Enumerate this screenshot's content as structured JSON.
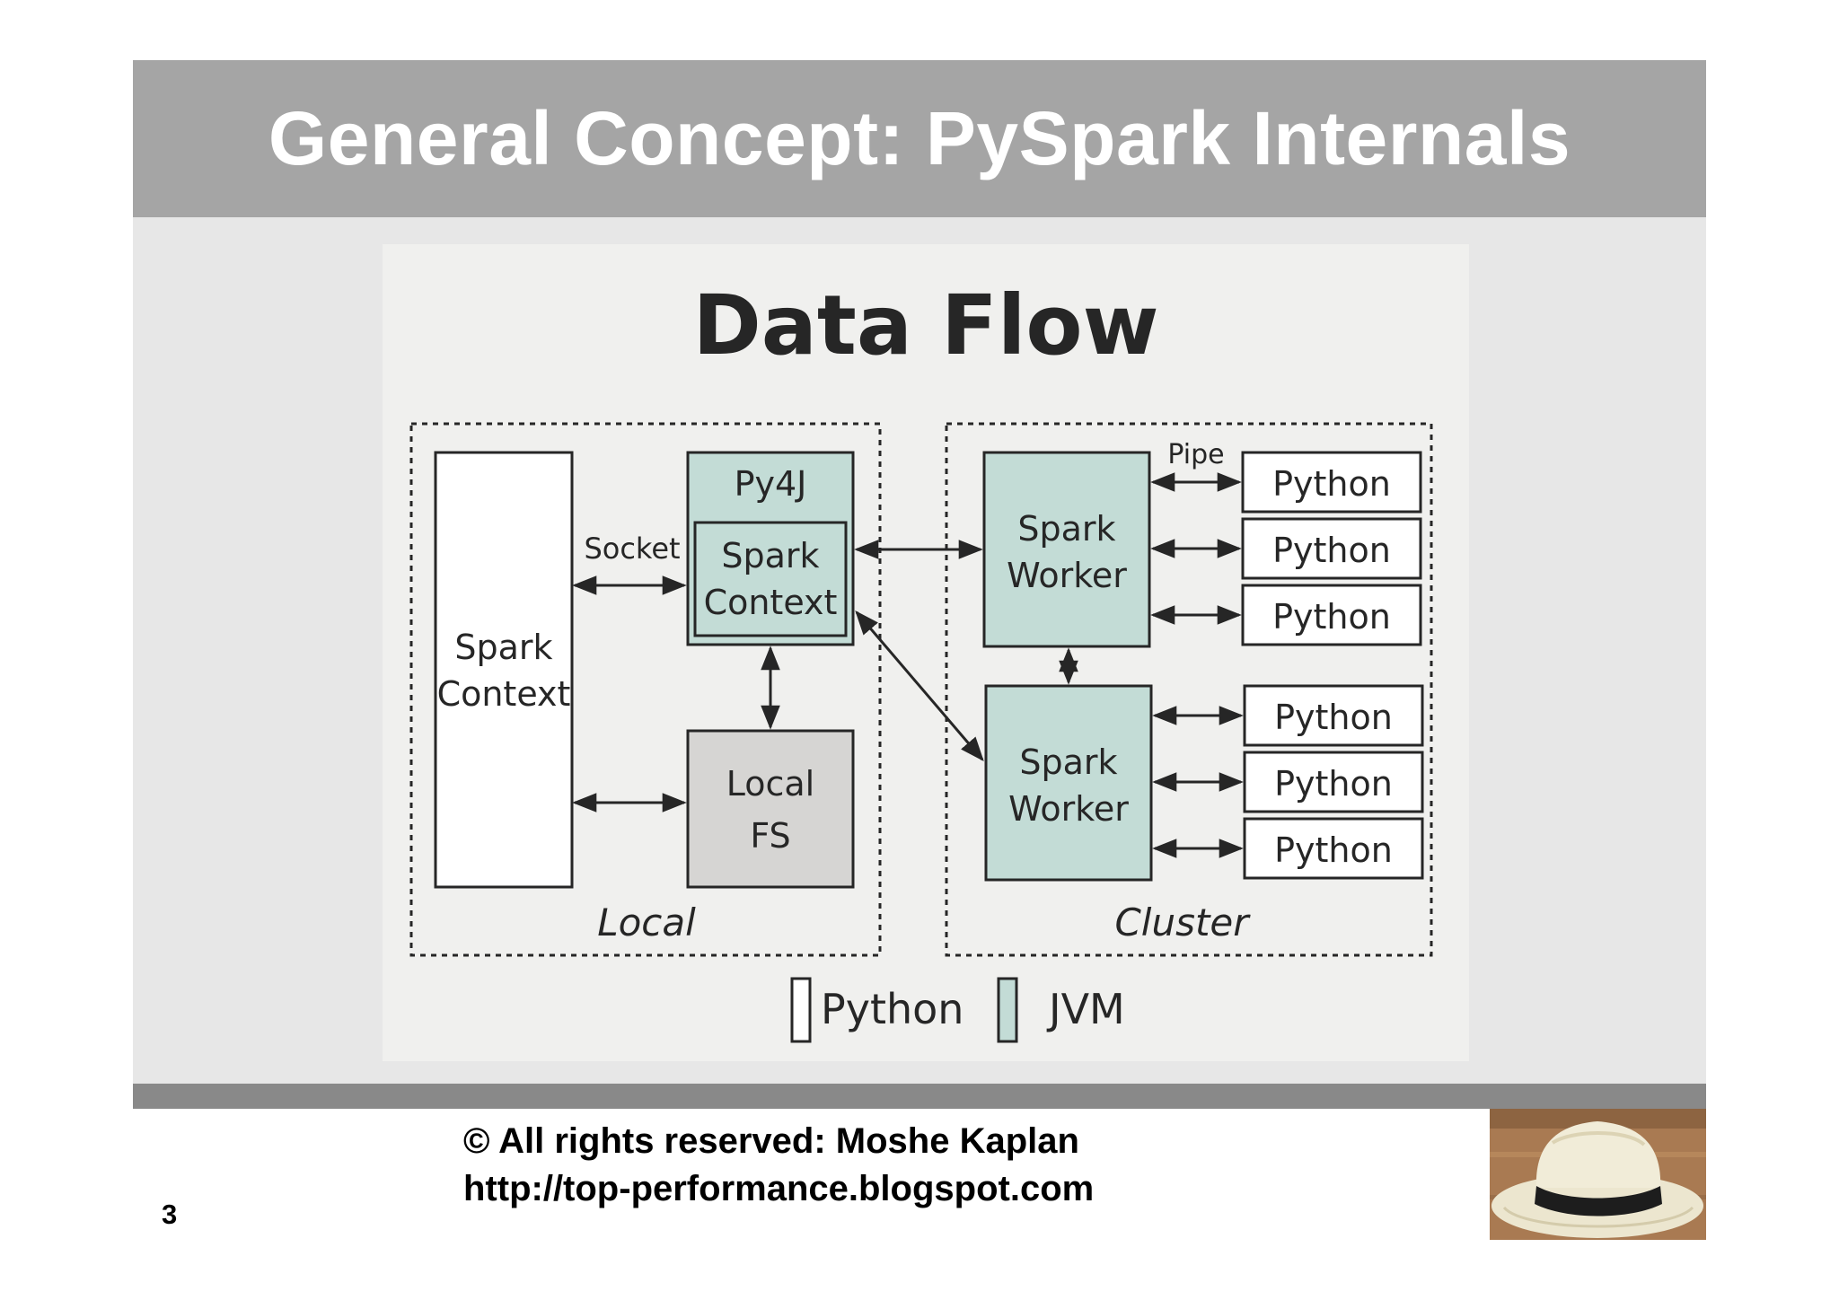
{
  "slide": {
    "title": "General Concept: PySpark Internals",
    "page_number": "3",
    "copyright_line": "© All rights reserved: Moshe Kaplan",
    "url": "http://top-performance.blogspot.com"
  },
  "diagram": {
    "title": "Data Flow",
    "regions": {
      "local": "Local",
      "cluster": "Cluster"
    },
    "nodes": {
      "driver_spark_context": [
        "Spark",
        "Context"
      ],
      "py4j": "Py4J",
      "jvm_spark_context": [
        "Spark",
        "Context"
      ],
      "local_fs": [
        "Local",
        "FS"
      ],
      "worker_1": [
        "Spark",
        "Worker"
      ],
      "worker_2": [
        "Spark",
        "Worker"
      ],
      "python_processes": [
        "Python",
        "Python",
        "Python",
        "Python",
        "Python",
        "Python"
      ]
    },
    "edge_labels": {
      "socket": "Socket",
      "pipe": "Pipe"
    },
    "legend": {
      "python": "Python",
      "jvm": "JVM"
    },
    "colors": {
      "jvm_fill": "#c3dcd6",
      "fs_fill": "#d6d5d3",
      "python_fill": "#ffffff",
      "stroke": "#262626"
    }
  }
}
